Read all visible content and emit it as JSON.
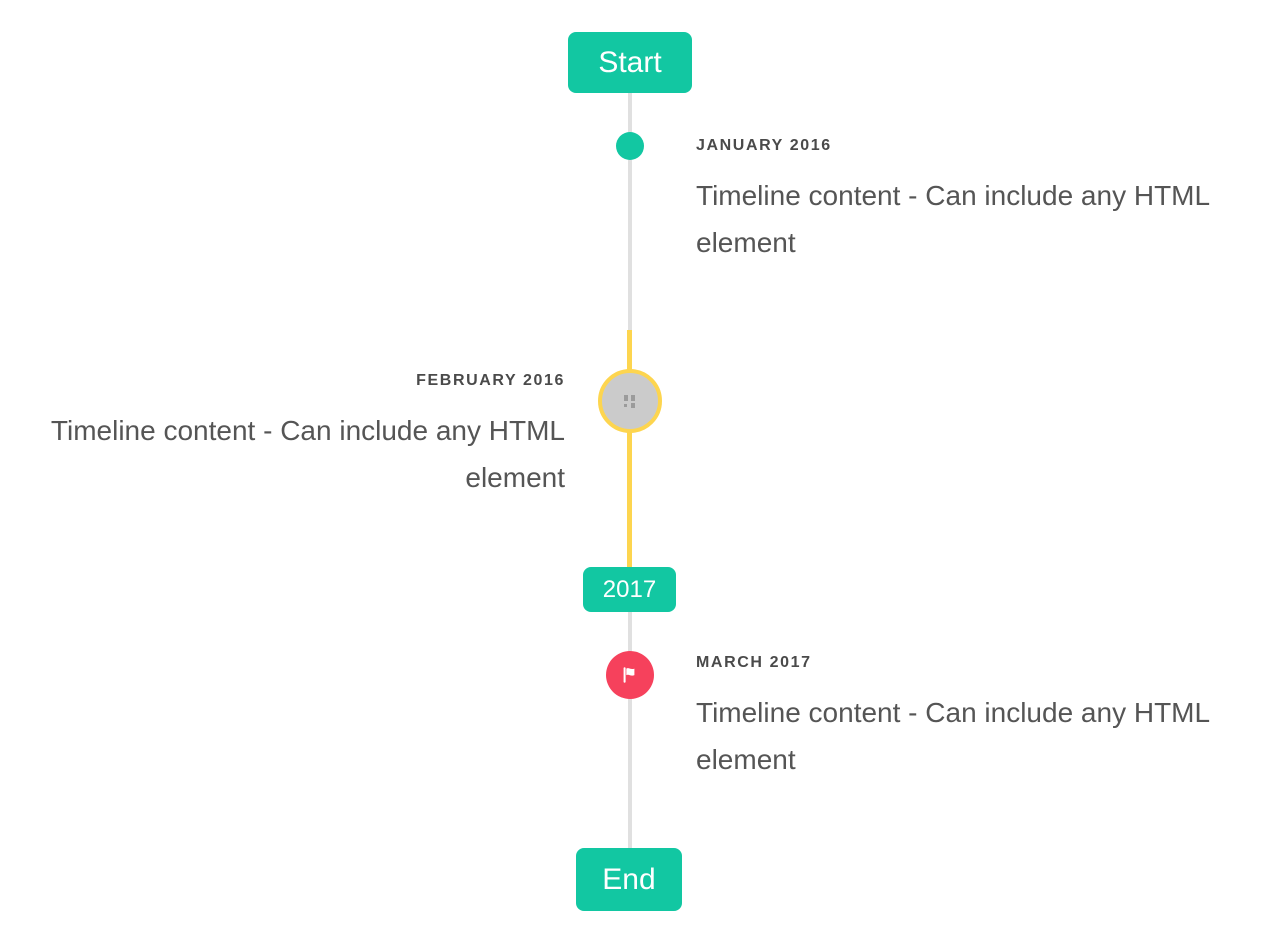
{
  "colors": {
    "teal": "#12c7a2",
    "yellow": "#fdd54f",
    "red": "#f6415c",
    "line_gray": "#e0e0e0",
    "marker_gray": "#cbcbcb",
    "label": "#4a4a4a",
    "content": "#555555",
    "badge_text": "#ffffff"
  },
  "timeline": {
    "flags": {
      "start": "Start",
      "middle": "2017",
      "end": "End"
    },
    "items": [
      {
        "date": "JANUARY 2016",
        "content": "Timeline content - Can include any HTML element",
        "side": "right",
        "marker": "teal-dot"
      },
      {
        "date": "FEBRUARY 2016",
        "content": "Timeline content - Can include any HTML element",
        "side": "left",
        "marker": "gray-circle-yellow-ring-broken-image-icon"
      },
      {
        "date": "MARCH 2017",
        "content": "Timeline content - Can include any HTML element",
        "side": "right",
        "marker": "red-circle-flag-icon"
      }
    ]
  }
}
